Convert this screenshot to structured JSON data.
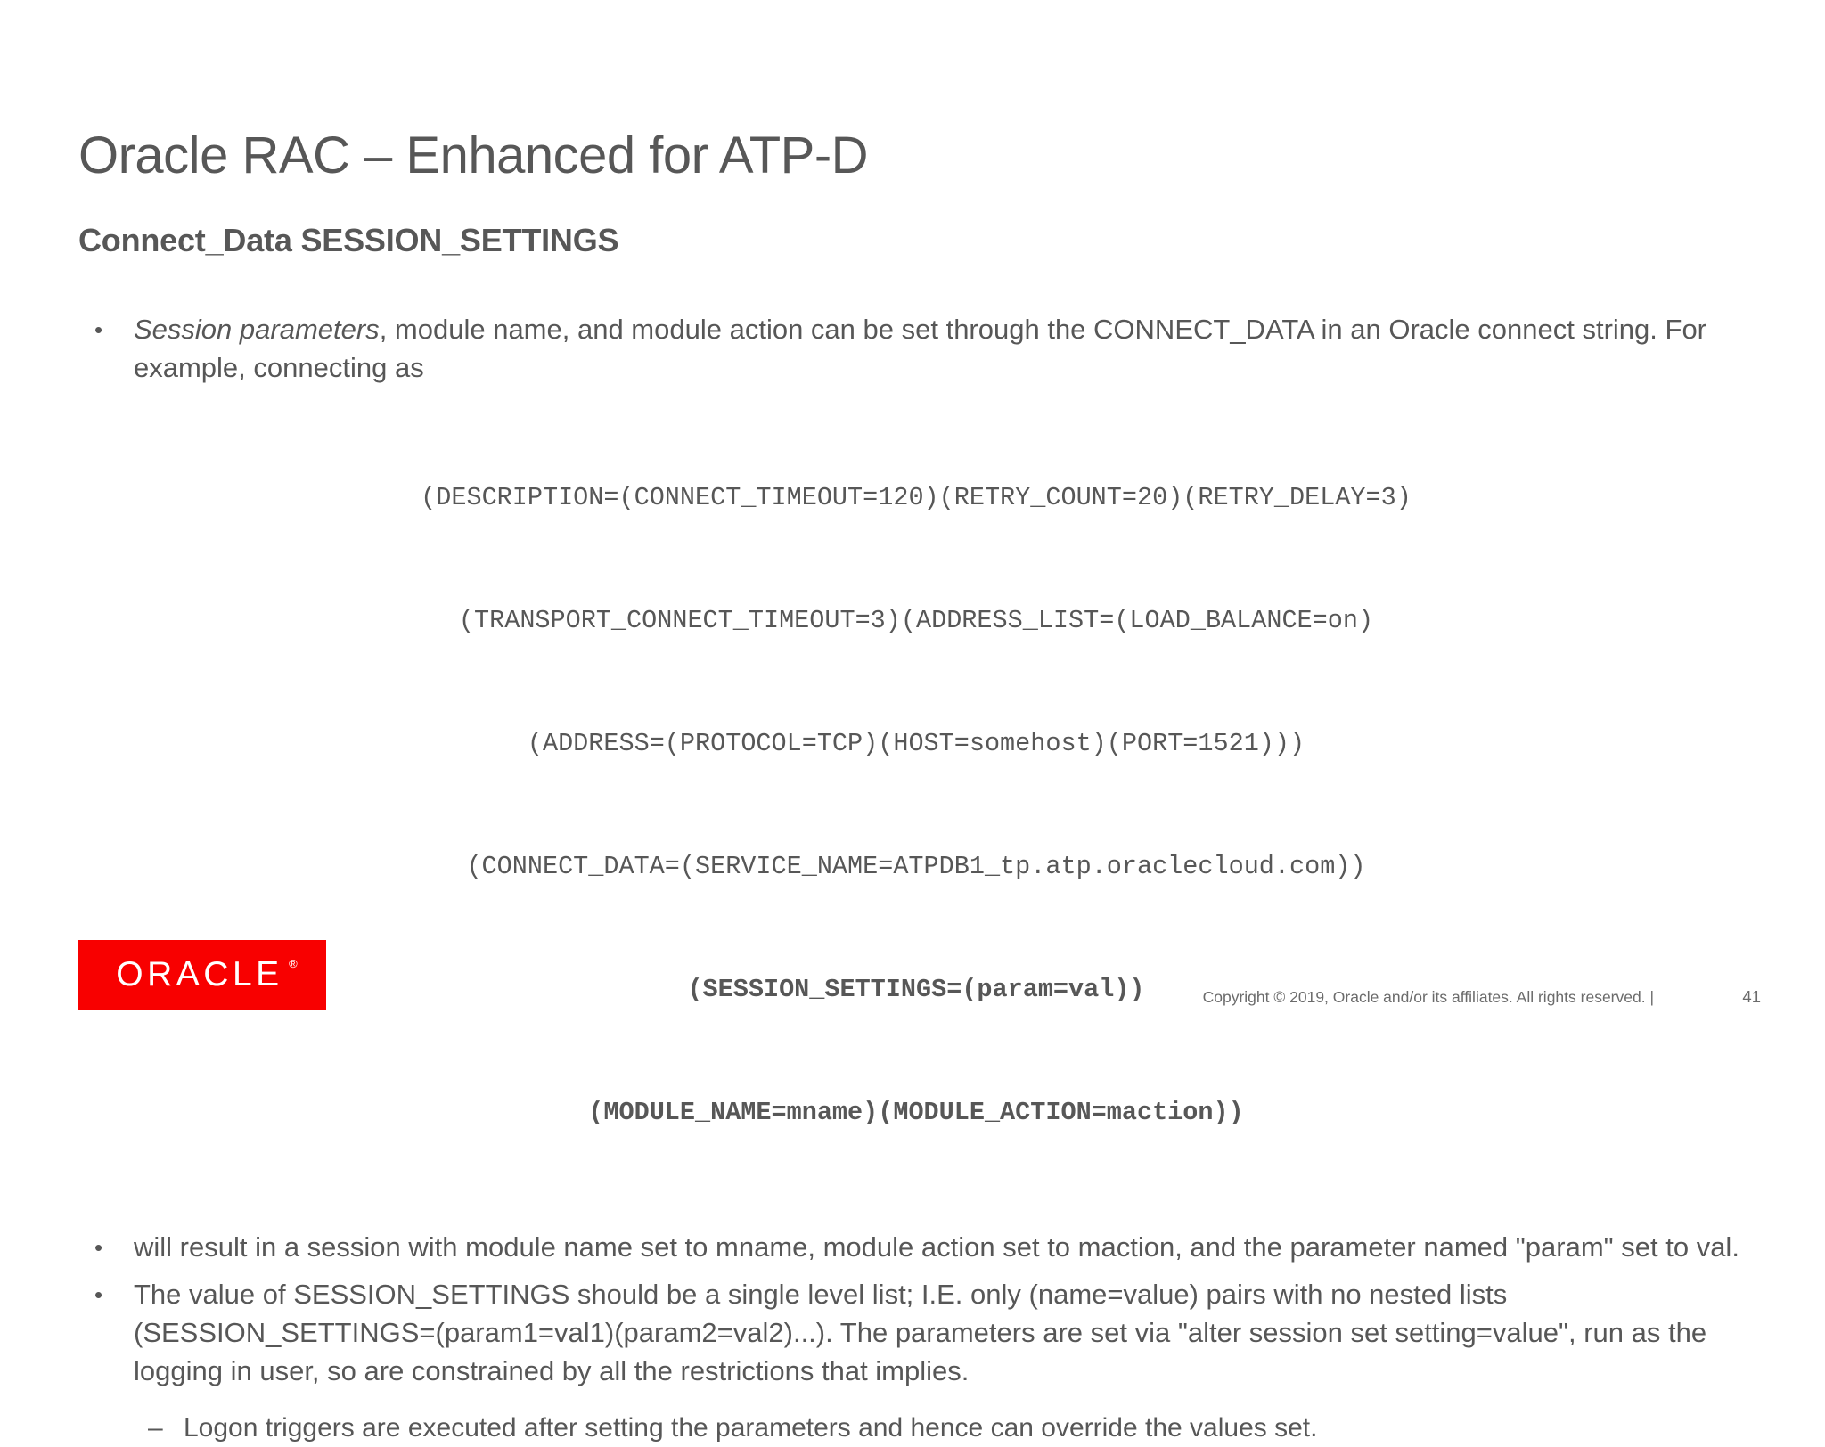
{
  "slide": {
    "title": "Oracle RAC – Enhanced for ATP-D",
    "subtitle": "Connect_Data SESSION_SETTINGS"
  },
  "bullets": [
    {
      "marker": "•",
      "emphasis": "Session parameters",
      "text_after": ", module name, and module action can be set through the CONNECT_DATA in an Oracle connect string. For example, connecting as"
    },
    {
      "marker": "•",
      "text": "will result in a session with module name set to mname, module action set to maction, and the parameter named \"param\" set to val."
    },
    {
      "marker": "•",
      "text": "The value of SESSION_SETTINGS should be a single level list; I.E. only (name=value) pairs with no nested lists (SESSION_SETTINGS=(param1=val1)(param2=val2)...). The parameters are set via \"alter session set setting=value\", run as the logging in user, so are constrained by all the restrictions that implies."
    }
  ],
  "sub_bullet": {
    "marker": "–",
    "text": "Logon triggers are executed after setting the parameters and hence can override the values set."
  },
  "code_block": {
    "lines": [
      {
        "text": "(DESCRIPTION=(CONNECT_TIMEOUT=120)(RETRY_COUNT=20)(RETRY_DELAY=3)",
        "bold": false
      },
      {
        "text": "(TRANSPORT_CONNECT_TIMEOUT=3)(ADDRESS_LIST=(LOAD_BALANCE=on)",
        "bold": false
      },
      {
        "text": "(ADDRESS=(PROTOCOL=TCP)(HOST=somehost)(PORT=1521)))",
        "bold": false
      },
      {
        "text": "(CONNECT_DATA=(SERVICE_NAME=ATPDB1_tp.atp.oraclecloud.com))",
        "bold": false
      },
      {
        "text": "(SESSION_SETTINGS=(param=val))",
        "bold": true
      },
      {
        "text": "(MODULE_NAME=mname)(MODULE_ACTION=maction))",
        "bold": true
      }
    ]
  },
  "footer": {
    "logo_text": "ORACLE",
    "logo_registered": "®",
    "logo_color": "#f80000",
    "copyright": "Copyright © 2019, Oracle and/or its affiliates. All rights reserved.  |",
    "page_number": "41"
  },
  "colors": {
    "text": "#575757",
    "brand_red": "#f80000",
    "background": "#ffffff"
  }
}
